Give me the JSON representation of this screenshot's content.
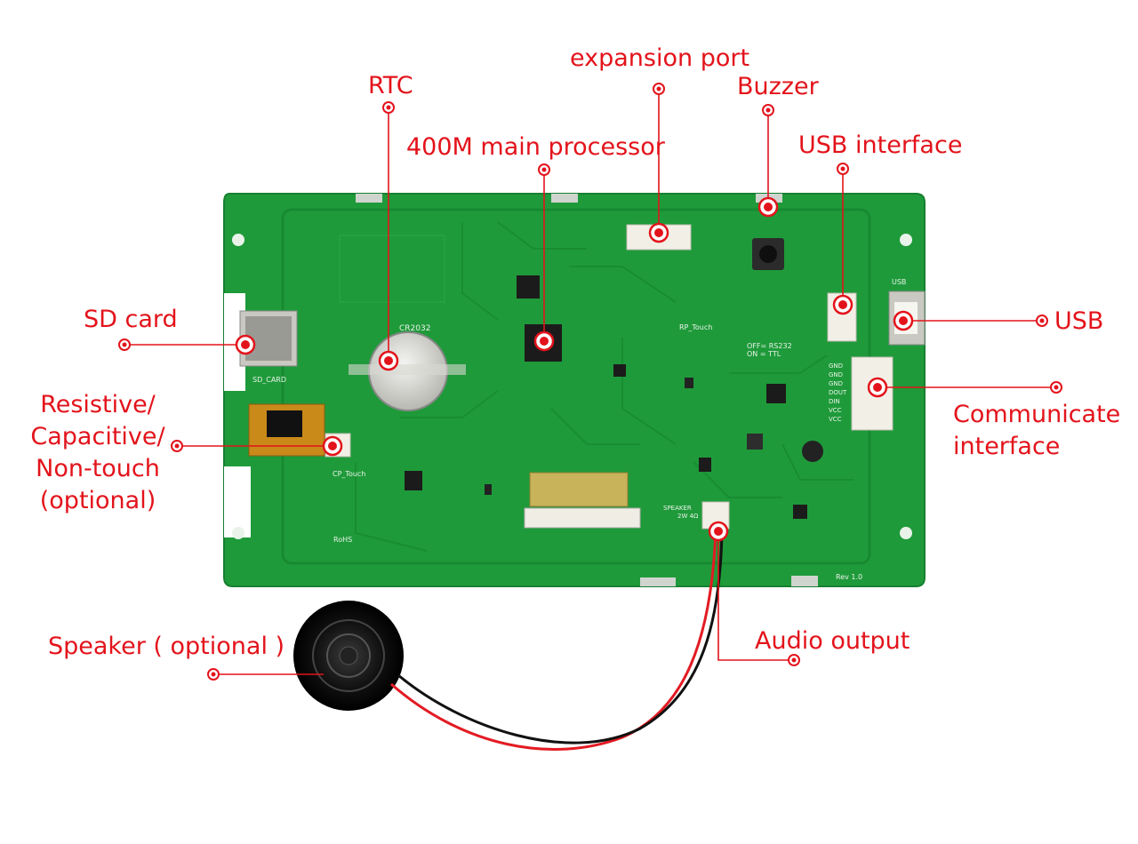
{
  "diagram": {
    "board_silkscreen": {
      "sd_card": "SD_CARD",
      "cr2032": "CR2032",
      "cp_touch": "CP_Touch",
      "rp_touch": "RP_Touch",
      "off_rs232": "OFF= RS232",
      "on_ttl": "ON = TTL",
      "usb": "USB",
      "speaker": "SPEAKER",
      "speaker_rating": "2W 4Ω",
      "rohs": "RoHS",
      "rev": "Rev 1.0",
      "pins": [
        "GND",
        "GND",
        "GND",
        "DOUT",
        "DIN",
        "VCC",
        "VCC"
      ]
    },
    "labels": {
      "rtc": "RTC",
      "expansion_port": "expansion port",
      "buzzer": "Buzzer",
      "processor": "400M main processor",
      "usb_interface": "USB interface",
      "sd_card": "SD card",
      "usb": "USB",
      "touch_line1": "Resistive/",
      "touch_line2": "Capacitive/",
      "touch_line3": "Non-touch",
      "touch_line4": "(optional)",
      "communicate_line1": "Communicate",
      "communicate_line2": "interface",
      "speaker": "Speaker ( optional )",
      "audio_output": "Audio output"
    },
    "colors": {
      "label": "#e3131b",
      "pcb": "#1f9a3a",
      "pcb_edge": "#2aa745",
      "trace": "#178a31",
      "connector": "#f2f0e6",
      "chip": "#1b1b1b"
    }
  }
}
